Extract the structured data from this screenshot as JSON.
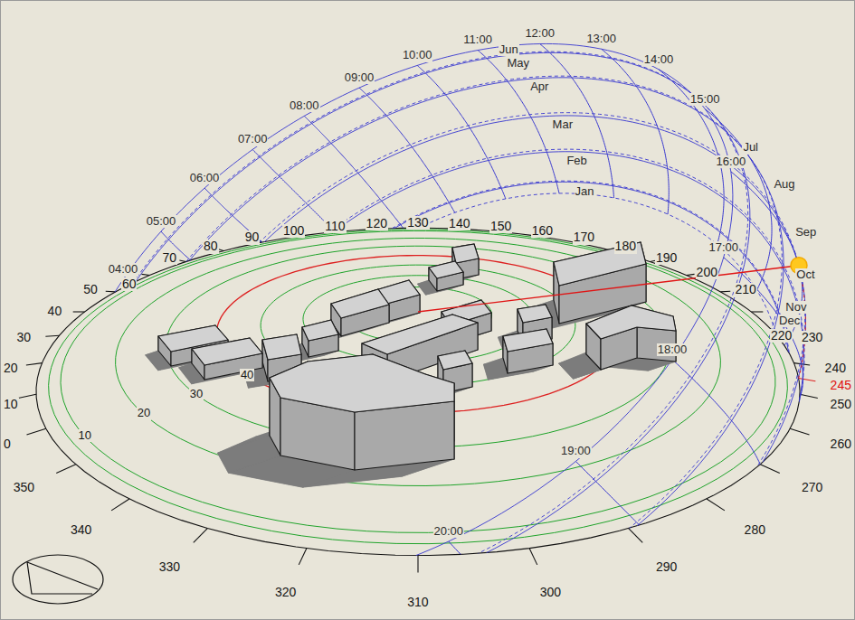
{
  "diagram": {
    "labels": [
      "04:00",
      "05:00",
      "06:00",
      "07:00",
      "08:00",
      "09:00",
      "10:00",
      "11:00",
      "12:00",
      "13:00",
      "14:00",
      "15:00",
      "16:00",
      "17:00",
      "18:00",
      "19:00",
      "20:00",
      "Jan",
      "Feb",
      "Mar",
      "Apr",
      "May",
      "Jun",
      "Jul",
      "Aug",
      "Sep",
      "Oct",
      "Nov",
      "Dec",
      "0",
      "10",
      "20",
      "30",
      "40",
      "50",
      "60",
      "70",
      "80",
      "90",
      "100",
      "110",
      "120",
      "130",
      "140",
      "150",
      "160",
      "170",
      "180",
      "190",
      "200",
      "210",
      "220",
      "230",
      "240",
      "250",
      "260",
      "270",
      "280",
      "290",
      "300",
      "310",
      "320",
      "330",
      "340",
      "350",
      "245",
      "10",
      "20",
      "30",
      "40"
    ]
  }
}
